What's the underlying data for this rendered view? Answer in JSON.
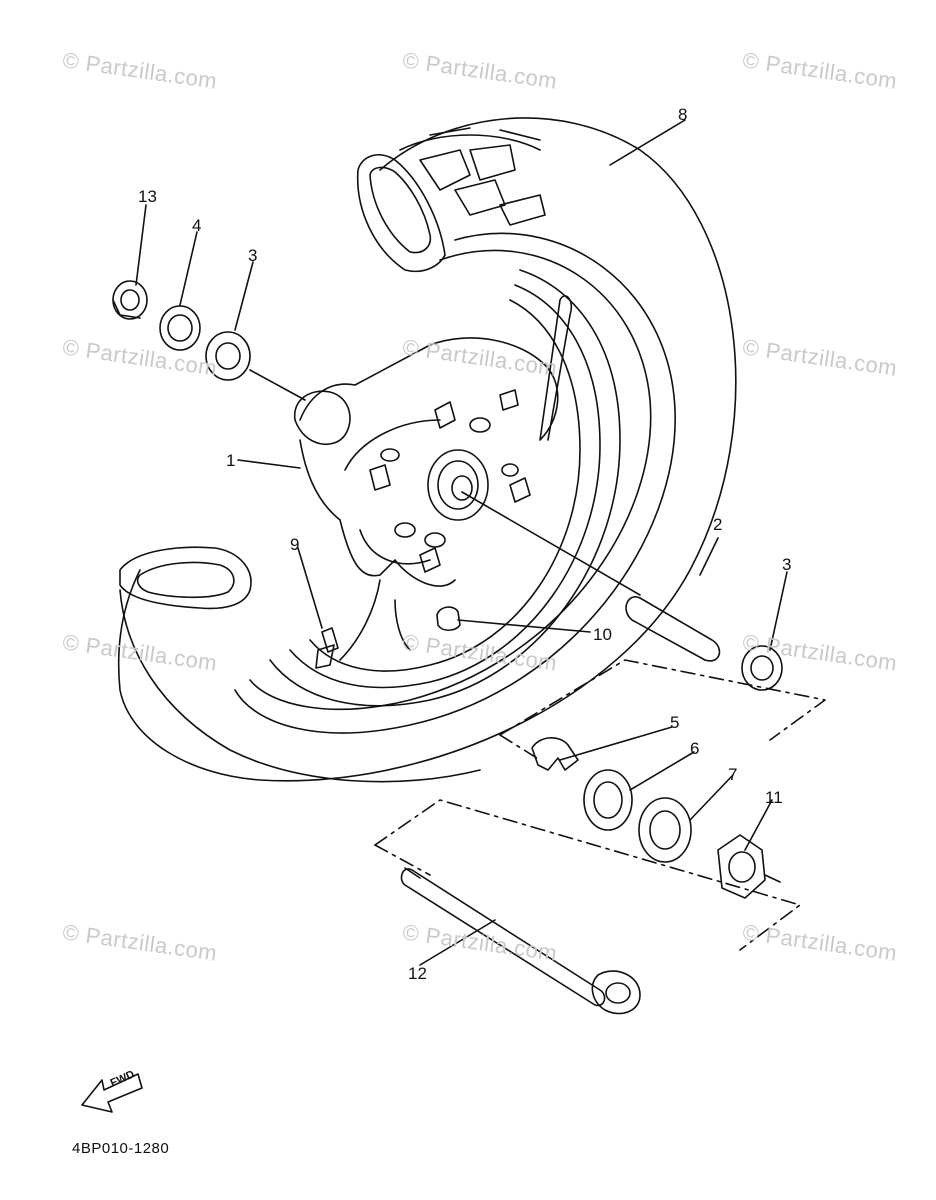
{
  "watermarks": [
    "© Partzilla.com",
    "© Partzilla.com",
    "© Partzilla.com",
    "© Partzilla.com",
    "© Partzilla.com",
    "© Partzilla.com",
    "© Partzilla.com",
    "© Partzilla.com",
    "© Partzilla.com",
    "© Partzilla.com",
    "© Partzilla.com",
    "© Partzilla.com"
  ],
  "callouts": [
    "8",
    "13",
    "4",
    "3",
    "1",
    "2",
    "3",
    "9",
    "10",
    "5",
    "6",
    "7",
    "11",
    "12"
  ],
  "fwd_label": "FWD",
  "diagram_code": "4BP010-1280"
}
